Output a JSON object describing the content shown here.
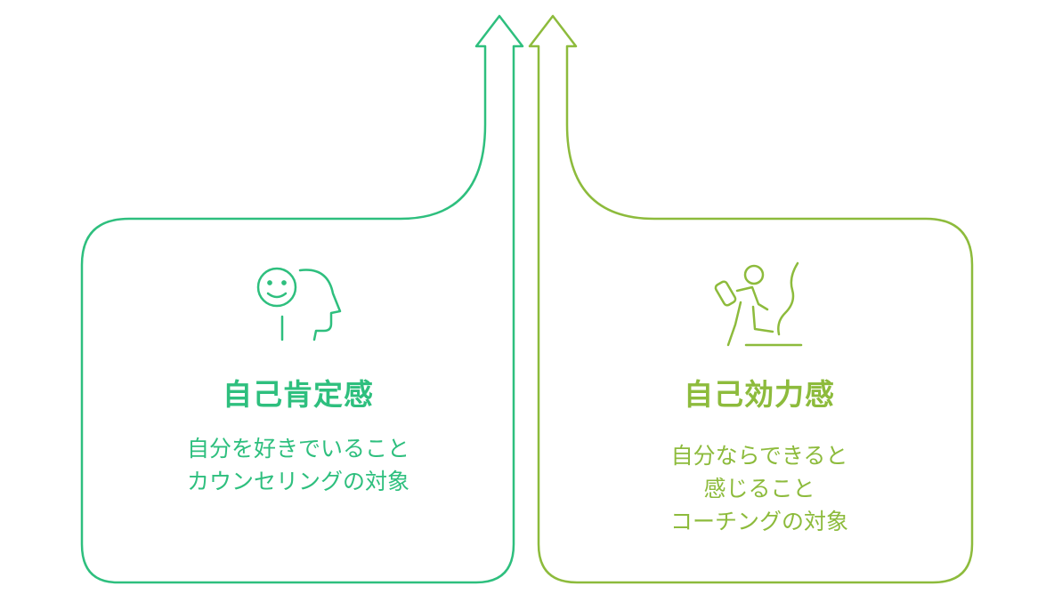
{
  "colors": {
    "left_accent": "#2ebf7e",
    "right_accent": "#8dbb3c",
    "background": "#ffffff"
  },
  "left_panel": {
    "icon": "self-reflection-head-icon",
    "title": "自己肯定感",
    "description_lines": [
      "自分を好きでいること",
      "カウンセリングの対象"
    ]
  },
  "right_panel": {
    "icon": "climbing-person-icon",
    "title": "自己効力感",
    "description_lines": [
      "自分ならできると",
      "感じること",
      "コーチングの対象"
    ]
  }
}
